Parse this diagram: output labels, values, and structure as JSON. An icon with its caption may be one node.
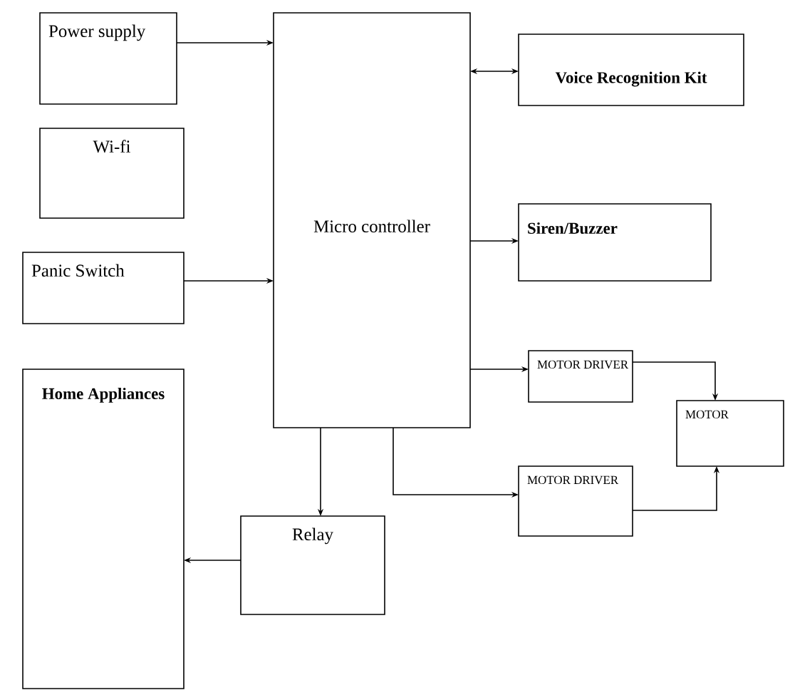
{
  "diagram": {
    "nodes": [
      {
        "text": [
          "Power supply"
        ]
      },
      {
        "text": [
          "Wi-fi"
        ]
      },
      {
        "text": [
          "Panic Switch"
        ]
      },
      {
        "text": [
          "Micro controller"
        ]
      },
      {
        "text": [
          "Voice Recognition Kit"
        ]
      },
      {
        "text": [
          "Siren/Buzzer"
        ]
      },
      {
        "text": [
          "MOTOR DRIVER"
        ]
      },
      {
        "text": [
          "MOTOR"
        ]
      },
      {
        "text": [
          "MOTOR DRIVER"
        ]
      },
      {
        "text": [
          "Relay"
        ]
      },
      {
        "text": [
          "Home Appliances"
        ]
      }
    ],
    "edges": [
      {
        "from": 0,
        "to": 3,
        "arrow": "to"
      },
      {
        "from": 2,
        "to": 3,
        "arrow": "to"
      },
      {
        "from": 3,
        "to": 4,
        "arrow": "both"
      },
      {
        "from": 3,
        "to": 5,
        "arrow": "to"
      },
      {
        "from": 3,
        "to": 6,
        "arrow": "to"
      },
      {
        "from": 3,
        "to": 8,
        "arrow": "to"
      },
      {
        "from": 6,
        "to": 7,
        "arrow": "to"
      },
      {
        "from": 8,
        "to": 7,
        "arrow": "to"
      },
      {
        "from": 3,
        "to": 9,
        "arrow": "to"
      },
      {
        "from": 9,
        "to": 10,
        "arrow": "to"
      }
    ]
  }
}
